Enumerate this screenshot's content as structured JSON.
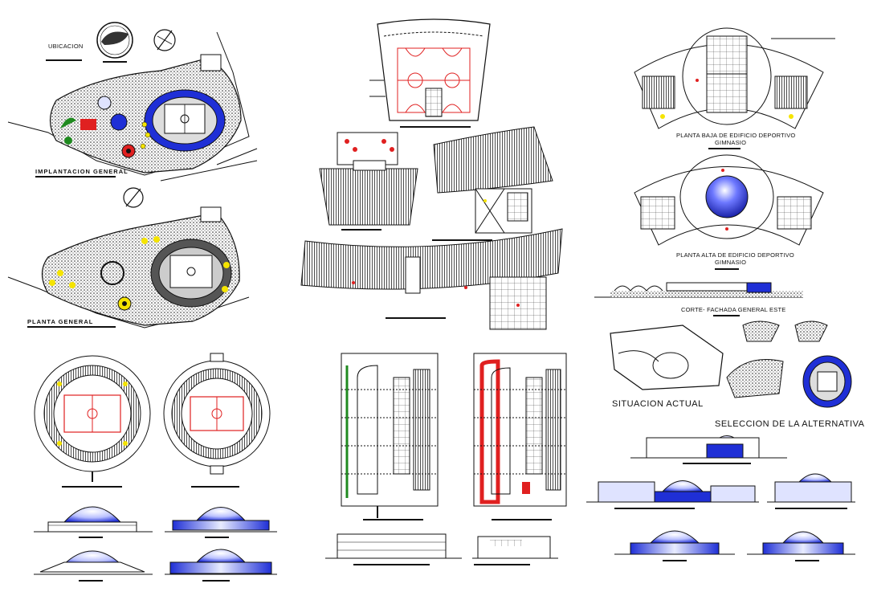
{
  "labels": {
    "ubicacion": "UBICACION",
    "implantacion": "IMPLANTACION GENERAL",
    "planta_general": "PLANTA GENERAL",
    "planta_baja_1": "PLANTA  BAJA DE EDIFICIO DEPORTIVO",
    "planta_baja_2": "GIMNASIO",
    "planta_alta_1": "PLANTA  ALTA DE EDIFICIO DEPORTIVO",
    "planta_alta_2": "GIMNASIO",
    "corte_fachada": "CORTE- FACHADA GENERAL ESTE",
    "situacion": "SITUACION ACTUAL",
    "seleccion": "SELECCION DE LA ALTERNATIVA"
  },
  "colors": {
    "line": "#111111",
    "accent_blue": "#1f2fd6",
    "dome_light": "#e6e9ff",
    "red": "#e02020",
    "yellow": "#f5e400",
    "green": "#1f8a1f"
  }
}
